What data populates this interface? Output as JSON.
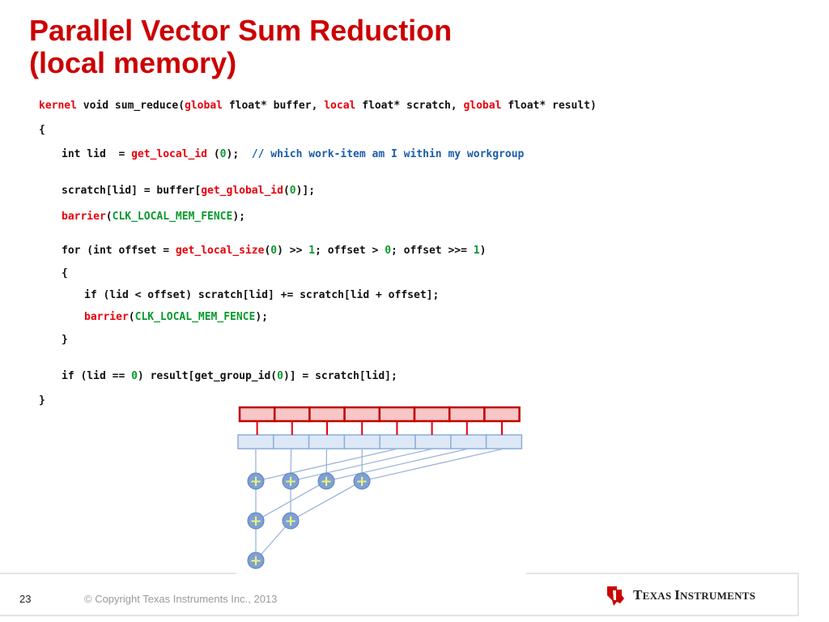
{
  "slide": {
    "title_line1": "Parallel Vector Sum Reduction",
    "title_line2": "(local memory)"
  },
  "code": {
    "l1": {
      "a": "kernel",
      "b": " void sum_reduce(",
      "c": "global",
      "d": " float* buffer, ",
      "e": "local",
      "f": " float* scratch, ",
      "g": "global",
      "h": " float* result)"
    },
    "l2": {
      "a": "{"
    },
    "l3": {
      "a": "int lid  = ",
      "b": "get_local_id",
      "c": " (",
      "d": "0",
      "e": ");  ",
      "f": "// which work-item am I within my workgroup"
    },
    "l4": {
      "a": "scratch[lid] = buffer[",
      "b": "get_global_id",
      "c": "(",
      "d": "0",
      "e": ")];"
    },
    "l5": {
      "a": "barrier",
      "b": "(",
      "c": "CLK_LOCAL_MEM_FENCE",
      "d": ");"
    },
    "l6": {
      "a": "for (int offset = ",
      "b": "get_local_size",
      "c": "(",
      "d": "0",
      "e": ") >> ",
      "f": "1",
      "g": "; offset > ",
      "h": "0",
      "i": "; offset >>= ",
      "j": "1",
      "k": ")"
    },
    "l7": {
      "a": "{"
    },
    "l8": {
      "a": "if (lid < offset) scratch[lid] += scratch[lid + offset];"
    },
    "l9": {
      "a": "barrier",
      "b": "(",
      "c": "CLK_LOCAL_MEM_FENCE",
      "d": ");"
    },
    "l10": {
      "a": "}"
    },
    "l11": {
      "a": "if (lid == ",
      "b": "0",
      "c": ") result[get_group_id(",
      "d": "0",
      "e": ")] = scratch[lid];"
    },
    "l12": {
      "a": "}"
    }
  },
  "diagram": {
    "plus_symbol": "+",
    "global_buffer_cells": 8,
    "local_buffer_cells": 8,
    "adder_levels": [
      4,
      2,
      1
    ]
  },
  "colors": {
    "title_red": "#cc0000",
    "keyword_red": "#e8000b",
    "number_green": "#0a9a2e",
    "comment_blue": "#1a5ea8",
    "buffer_fill": "#f7c6c6",
    "buffer_stroke": "#c00000",
    "local_fill": "#dde8f7",
    "local_stroke": "#8aaedb",
    "adder_fill": "#7fa0d6",
    "logo_red": "#cc0000"
  },
  "footer": {
    "page_number": "23",
    "copyright": "© Copyright Texas Instruments Inc., 2013",
    "brand_first": "T",
    "brand_rest1": "EXAS ",
    "brand_second": "I",
    "brand_rest2": "NSTRUMENTS",
    "logo_icon": "ti-logo-icon"
  }
}
